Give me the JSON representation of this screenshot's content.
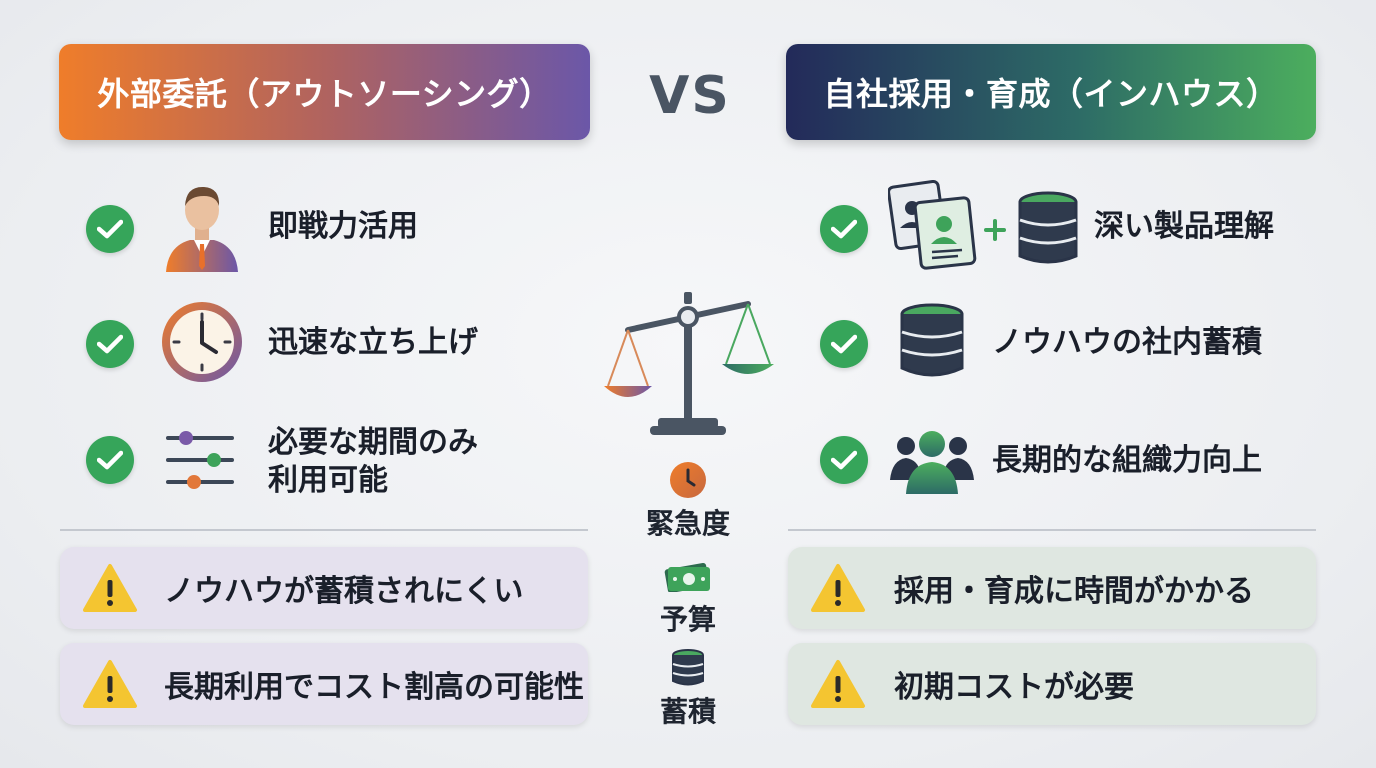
{
  "headers": {
    "left": "外部委託（アウトソーシング）",
    "vs": "VS",
    "right": "自社採用・育成（インハウス）"
  },
  "left_features": [
    {
      "icon": "businessman-icon",
      "label": "即戦力活用"
    },
    {
      "icon": "clock-icon",
      "label": "迅速な立ち上げ"
    },
    {
      "icon": "sliders-icon",
      "label_line1": "必要な期間のみ",
      "label_line2": "利用可能"
    }
  ],
  "right_features": [
    {
      "icon": "id-cards-plus-database-icon",
      "label": "深い製品理解"
    },
    {
      "icon": "database-icon",
      "label": "ノウハウの社内蓄積"
    },
    {
      "icon": "team-icon",
      "label": "長期的な組織力向上"
    }
  ],
  "left_warnings": [
    "ノウハウが蓄積されにくい",
    "長期利用でコスト割高の可能性"
  ],
  "right_warnings": [
    "採用・育成に時間がかかる",
    "初期コストが必要"
  ],
  "center": {
    "icon": "balance-scale-icon",
    "criteria": [
      {
        "icon": "clock-icon",
        "label": "緊急度"
      },
      {
        "icon": "money-icon",
        "label": "予算"
      },
      {
        "icon": "database-icon",
        "label": "蓄積"
      }
    ]
  },
  "colors": {
    "check": "#36a55a",
    "warning": "#f4c531",
    "left_gradient": [
      "#ef7d2a",
      "#6b57a8"
    ],
    "right_gradient": [
      "#232a5a",
      "#4cae5e"
    ]
  }
}
